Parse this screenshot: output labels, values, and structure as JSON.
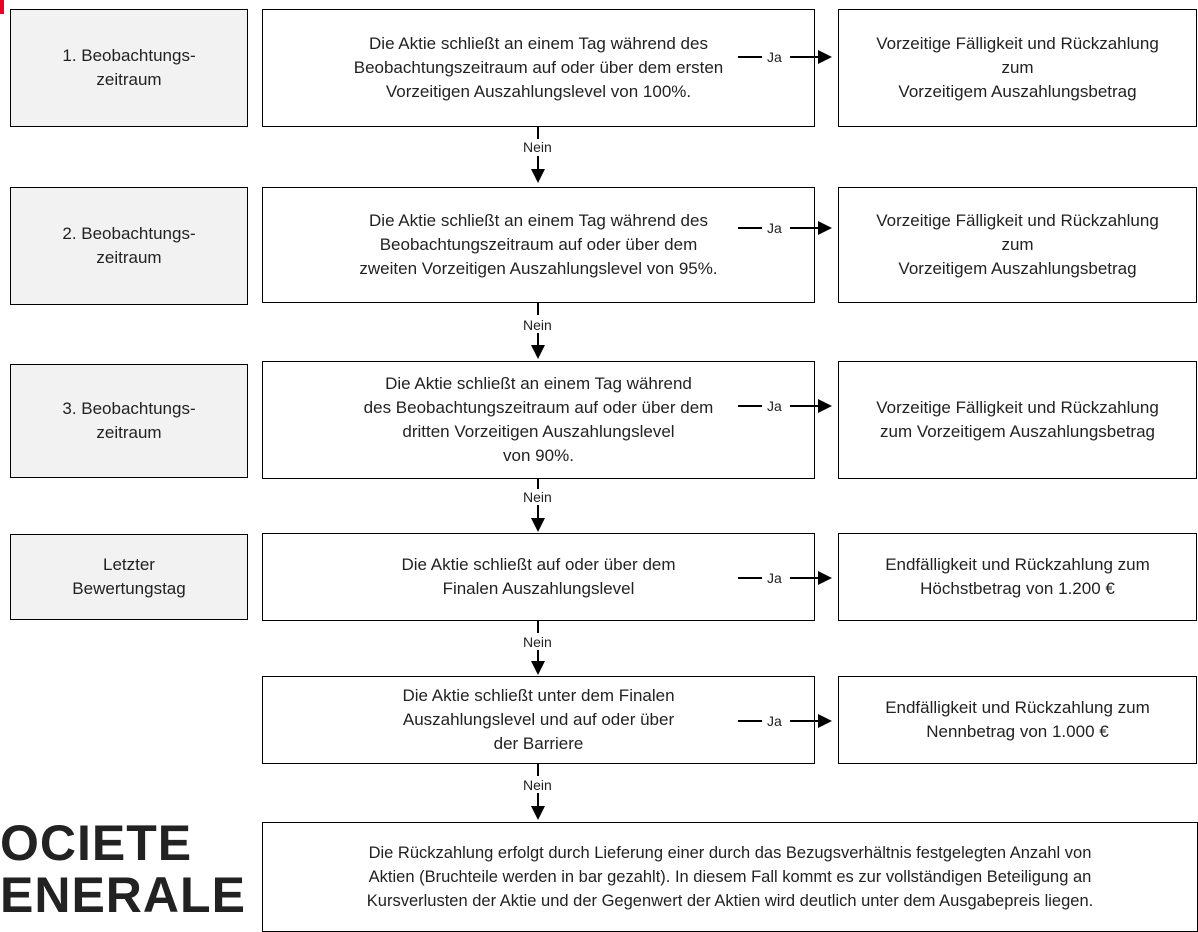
{
  "periods": [
    "1. Beobachtungs-\nzeitraum",
    "2. Beobachtungs-\nzeitraum",
    "3. Beobachtungs-\nzeitraum",
    "Letzter\nBewertungstag"
  ],
  "conditions": [
    "Die Aktie schließt an einem Tag während des\nBeobachtungszeitraum auf oder über dem ersten\nVorzeitigen Auszahlungslevel von 100%.",
    "Die Aktie schließt an einem Tag während des\nBeobachtungszeitraum auf oder über dem\nzweiten Vorzeitigen Auszahlungslevel von 95%.",
    "Die Aktie schließt an einem Tag während\ndes Beobachtungszeitraum auf oder über dem\ndritten Vorzeitigen Auszahlungslevel\nvon 90%.",
    "Die Aktie schließt auf oder über dem\nFinalen Auszahlungslevel",
    "Die Aktie schließt unter dem Finalen\nAuszahlungslevel und auf oder über\nder Barriere"
  ],
  "outcomes": [
    "Vorzeitige Fälligkeit und Rückzahlung\nzum\nVorzeitigem Auszahlungsbetrag",
    "Vorzeitige Fälligkeit und Rückzahlung\nzum\nVorzeitigem Auszahlungsbetrag",
    "Vorzeitige Fälligkeit und Rückzahlung\nzum Vorzeitigem Auszahlungsbetrag",
    "Endfälligkeit und Rückzahlung zum\nHöchstbetrag von 1.200 €",
    "Endfälligkeit und Rückzahlung zum\nNennbetrag von 1.000 €"
  ],
  "final_outcome": "Die Rückzahlung erfolgt durch Lieferung einer durch das Bezugsverhältnis festgelegten Anzahl von\nAktien (Bruchteile werden in bar gezahlt). In diesem Fall kommt es zur vollständigen Beteiligung an\nKursverlusten der Aktie und der Gegenwert der Aktien wird deutlich unter dem Ausgabepreis liegen.",
  "labels": {
    "yes": "Ja",
    "no": "Nein"
  },
  "logo": {
    "line1": "OCIETE",
    "line2": "ENERALE"
  },
  "colors": {
    "accent": "#e60028",
    "period_fill": "#f2f2f2"
  }
}
